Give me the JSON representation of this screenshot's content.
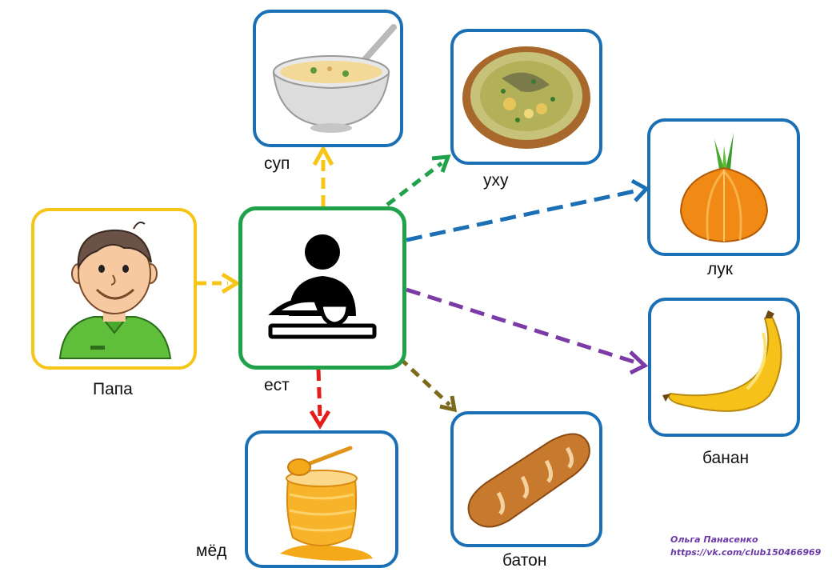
{
  "subject": {
    "label": "Папа"
  },
  "verb": {
    "label": "ест"
  },
  "objects": {
    "soup": {
      "label": "суп"
    },
    "fish_soup": {
      "label": "уху"
    },
    "onion": {
      "label": "лук"
    },
    "banana": {
      "label": "банан"
    },
    "bread": {
      "label": "батон"
    },
    "honey": {
      "label": "мёд"
    }
  },
  "credit": {
    "author": "Ольга Панасенко",
    "url": "https://vk.com/club150466969"
  },
  "colors": {
    "subject_border": "#f5c518",
    "verb_border": "#1fa24a",
    "object_border": "#1a6fb5",
    "arrow_soup": "#f5c518",
    "arrow_fish_soup": "#1fa24a",
    "arrow_onion": "#1a6fb5",
    "arrow_banana": "#7b3aa6",
    "arrow_bread": "#7a6a1a",
    "arrow_honey": "#e31c1c",
    "arrow_subject": "#f5c518"
  }
}
